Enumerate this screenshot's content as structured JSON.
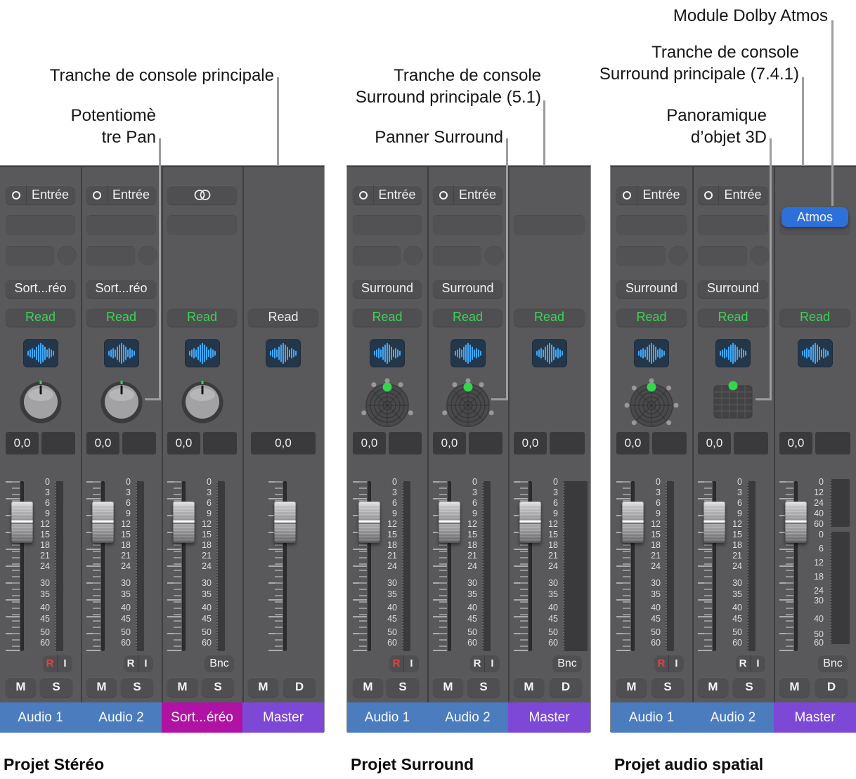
{
  "annotations": [
    {
      "id": "main-strip-label",
      "text": "Tranche de console principale"
    },
    {
      "id": "pan-knob-label",
      "text": "Potentiomè\ntre Pan"
    },
    {
      "id": "surround-51-label",
      "text": "Tranche de console\nSurround principale (5.1)"
    },
    {
      "id": "surround-panner-label",
      "text": "Panner Surround"
    },
    {
      "id": "dolby-atmos-label",
      "text": "Module Dolby Atmos"
    },
    {
      "id": "surround-741-label",
      "text": "Tranche de console\nSurround principale (7.4.1)"
    },
    {
      "id": "object-panner-label",
      "text": "Panoramique\nd’objet 3D"
    }
  ],
  "colors": {
    "read_green": "#3fd158",
    "record_red": "#e04343",
    "atmos_blue": "#2e70d9",
    "audio_name_blue": "#4a7cbe",
    "stereo_out_magenta": "#b013a3",
    "master_purple": "#7c48d5",
    "waveform_blue": "#42a7f8",
    "pan_green": "#32d74b"
  },
  "fader_scales": {
    "standard": [
      [
        "0",
        24
      ],
      [
        "3",
        39
      ],
      [
        "6",
        54
      ],
      [
        "9",
        69
      ],
      [
        "12",
        84
      ],
      [
        "15",
        99
      ],
      [
        "18",
        114
      ],
      [
        "21",
        129
      ],
      [
        "24",
        144
      ],
      [
        "30",
        168
      ],
      [
        "35",
        184
      ],
      [
        "40",
        203
      ],
      [
        "45",
        219
      ],
      [
        "50",
        238
      ],
      [
        "60",
        253
      ]
    ],
    "atmos": [
      [
        "0",
        24
      ],
      [
        "12",
        39
      ],
      [
        "24",
        54
      ],
      [
        "40",
        69
      ],
      [
        "60",
        84
      ],
      [
        "0",
        99
      ],
      [
        "6",
        119
      ],
      [
        "12",
        139
      ],
      [
        "18",
        159
      ],
      [
        "24",
        179
      ],
      [
        "30",
        193
      ],
      [
        "40",
        219
      ],
      [
        "50",
        241
      ],
      [
        "60",
        253
      ]
    ]
  },
  "groups": [
    {
      "caption": "Projet Stéréo",
      "strips": [
        {
          "name": "Audio 1",
          "name_color_key": "audio_name_blue",
          "top_button": "input",
          "input_label": "Entrée",
          "slots": 2,
          "out_label": "Sort...réo",
          "read_label": "Read",
          "read_color": "green",
          "panner": "knob",
          "value": "0,0",
          "value_style": "pair",
          "fader": "standard",
          "meter": "narrow",
          "rec": "RI",
          "rec_red": true,
          "record_label": "R",
          "input_monitor_label": "I",
          "mute_label": "M",
          "solo_label": "S"
        },
        {
          "name": "Audio 2",
          "name_color_key": "audio_name_blue",
          "top_button": "input",
          "input_label": "Entrée",
          "slots": 2,
          "out_label": "Sort...réo",
          "read_label": "Read",
          "read_color": "green",
          "panner": "knob",
          "value": "0,0",
          "value_style": "pair",
          "fader": "standard",
          "meter": "narrow",
          "rec": "RI",
          "rec_red": false,
          "record_label": "R",
          "input_monitor_label": "I",
          "mute_label": "M",
          "solo_label": "S"
        },
        {
          "name": "Sort...éréo",
          "name_color_key": "stereo_out_magenta",
          "top_button": "stereo",
          "slots": 1,
          "read_label": "Read",
          "read_color": "green",
          "panner": "knob",
          "value": "0,0",
          "value_style": "pair",
          "fader": "standard",
          "meter": "narrow",
          "rec": "Bnc",
          "bounce_label": "Bnc",
          "mute_label": "M",
          "solo_label": "S"
        },
        {
          "name": "Master",
          "name_color_key": "master_purple",
          "slots": 0,
          "read_label": "Read",
          "read_color": "white",
          "panner": null,
          "value": "0,0",
          "value_style": "single",
          "fader": "plain",
          "meter": null,
          "rec": null,
          "mute_label": "M",
          "solo_label": "D"
        }
      ]
    },
    {
      "caption": "Projet Surround",
      "strips": [
        {
          "name": "Audio 1",
          "name_color_key": "audio_name_blue",
          "top_button": "input",
          "input_label": "Entrée",
          "slots": 2,
          "out_label": "Surround",
          "read_label": "Read",
          "read_color": "green",
          "panner": "surround51",
          "value": "0,0",
          "value_style": "pair",
          "fader": "standard",
          "meter": "narrow",
          "rec": "RI",
          "rec_red": true,
          "record_label": "R",
          "input_monitor_label": "I",
          "mute_label": "M",
          "solo_label": "S"
        },
        {
          "name": "Audio 2",
          "name_color_key": "audio_name_blue",
          "top_button": "input",
          "input_label": "Entrée",
          "slots": 2,
          "out_label": "Surround",
          "read_label": "Read",
          "read_color": "green",
          "panner": "surround51",
          "value": "0,0",
          "value_style": "pair",
          "fader": "standard",
          "meter": "narrow",
          "rec": "RI",
          "rec_red": false,
          "record_label": "R",
          "input_monitor_label": "I",
          "mute_label": "M",
          "solo_label": "S"
        },
        {
          "name": "Master",
          "name_color_key": "master_purple",
          "slots": 1,
          "read_label": "Read",
          "read_color": "green",
          "panner": null,
          "value": "0,0",
          "value_style": "pair",
          "fader": "standard",
          "meter": "wide",
          "rec": "Bnc",
          "bounce_label": "Bnc",
          "mute_label": "M",
          "solo_label": "D"
        }
      ]
    },
    {
      "caption": "Projet audio spatial",
      "strips": [
        {
          "name": "Audio 1",
          "name_color_key": "audio_name_blue",
          "top_button": "input",
          "input_label": "Entrée",
          "slots": 2,
          "out_label": "Surround",
          "read_label": "Read",
          "read_color": "green",
          "panner": "surround741",
          "value": "0,0",
          "value_style": "pair",
          "fader": "standard",
          "meter": "narrow",
          "rec": "RI",
          "rec_red": true,
          "record_label": "R",
          "input_monitor_label": "I",
          "mute_label": "M",
          "solo_label": "S"
        },
        {
          "name": "Audio 2",
          "name_color_key": "audio_name_blue",
          "top_button": "input",
          "input_label": "Entrée",
          "slots": 2,
          "out_label": "Surround",
          "read_label": "Read",
          "read_color": "green",
          "panner": "object3d",
          "value": "0,0",
          "value_style": "pair",
          "fader": "standard",
          "meter": "narrow",
          "rec": "RI",
          "rec_red": false,
          "record_label": "R",
          "input_monitor_label": "I",
          "mute_label": "M",
          "solo_label": "S"
        },
        {
          "name": "Master",
          "name_color_key": "master_purple",
          "top_button": "atmos",
          "atmos_label": "Atmos",
          "slots": 1,
          "read_label": "Read",
          "read_color": "green",
          "panner": null,
          "value": "0,0",
          "value_style": "pair",
          "fader": "atmos",
          "meter": "split",
          "rec": "Bnc",
          "bounce_label": "Bnc",
          "mute_label": "M",
          "solo_label": "D"
        }
      ]
    }
  ]
}
